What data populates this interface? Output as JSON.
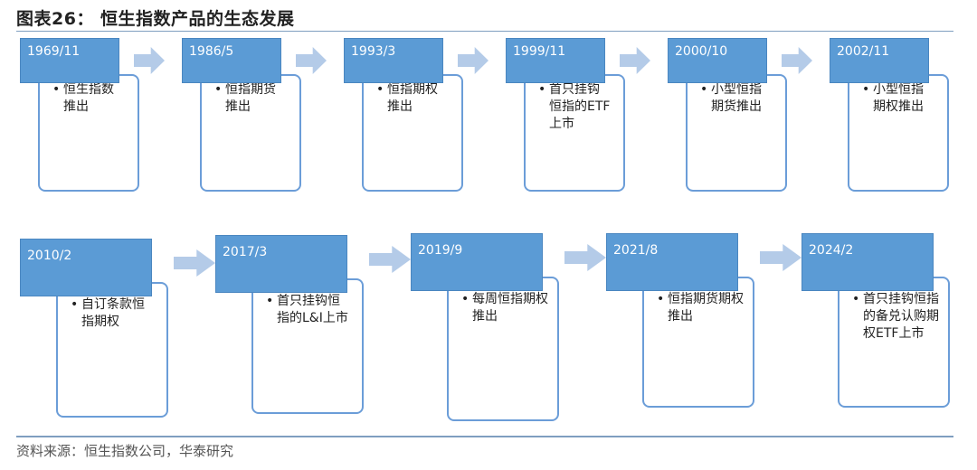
{
  "title": "图表26：  恒生指数产品的生态发展",
  "source": "资料来源：恒生指数公司，华泰研究",
  "bullet": "•",
  "colors": {
    "date_fill": "#5b9bd5",
    "desc_border": "#6b9dd8",
    "arrow": "#b4cbe8"
  },
  "timeline": [
    {
      "date": "1969/11",
      "lines": [
        "恒生指数",
        "推出"
      ]
    },
    {
      "date": "1986/5",
      "lines": [
        "恒指期货",
        "推出"
      ]
    },
    {
      "date": "1993/3",
      "lines": [
        "恒指期权",
        "推出"
      ]
    },
    {
      "date": "1999/11",
      "lines": [
        "首只挂钩",
        "恒指的ETF",
        "上市"
      ]
    },
    {
      "date": "2000/10",
      "lines": [
        "小型恒指",
        "期货推出"
      ]
    },
    {
      "date": "2002/11",
      "lines": [
        "小型恒指",
        "期权推出"
      ]
    },
    {
      "date": "2010/2",
      "lines": [
        "自订条款恒",
        "指期权"
      ]
    },
    {
      "date": "2017/3",
      "lines": [
        "首只挂钩恒",
        "指的L&I上市"
      ]
    },
    {
      "date": "2019/9",
      "lines": [
        "每周恒指期权",
        "推出"
      ]
    },
    {
      "date": "2021/8",
      "lines": [
        "恒指期货期权",
        "推出"
      ]
    },
    {
      "date": "2024/2",
      "lines": [
        "首只挂钩恒指",
        "的备兑认购期",
        "权ETF上市"
      ]
    }
  ]
}
